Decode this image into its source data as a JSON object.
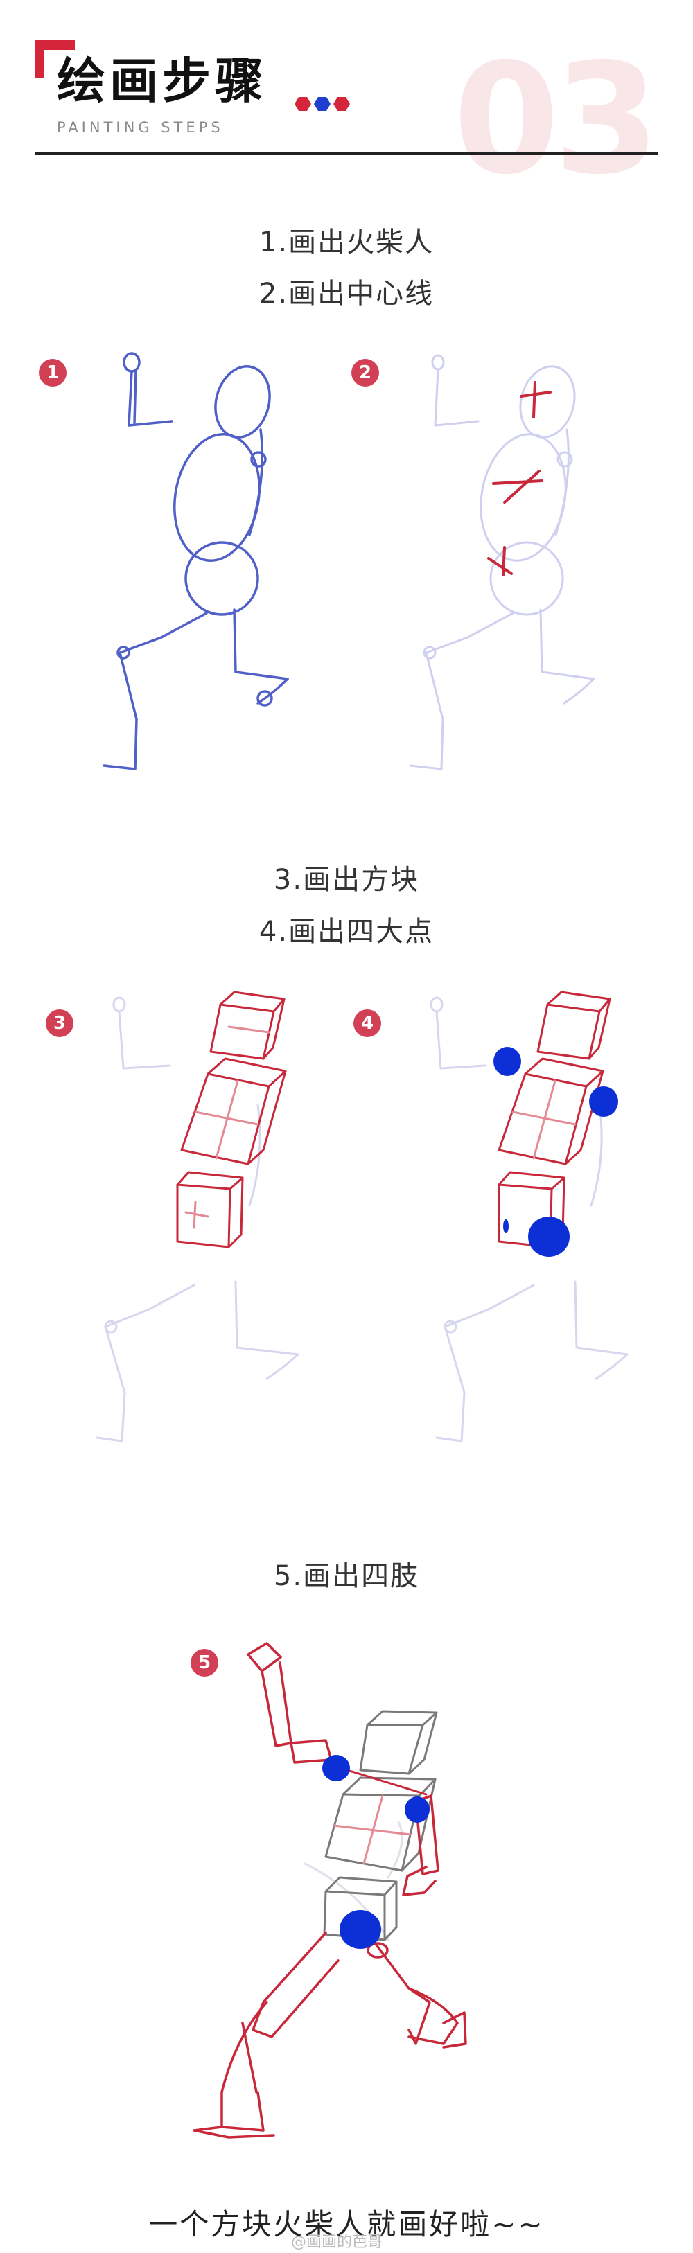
{
  "header": {
    "title": "绘画步骤",
    "subtitle": "PAINTING STEPS",
    "number": "03",
    "dot_colors": [
      "#d4253b",
      "#1f3fd0",
      "#d4253b"
    ]
  },
  "steps": [
    {
      "text": "1.画出火柴人"
    },
    {
      "text": "2.画出中心线"
    },
    {
      "text": "3.画出方块"
    },
    {
      "text": "4.画出四大点"
    },
    {
      "text": "5.画出四肢"
    }
  ],
  "badges": [
    "1",
    "2",
    "3",
    "4",
    "5"
  ],
  "caption": "一个方块火柴人就画好啦~~",
  "watermark": "@画画的芭哥",
  "colors": {
    "accent": "#d4253b",
    "badge": "#d24055",
    "sketch_blue": "#5060c8",
    "sketch_red": "#c8283a",
    "joint_blue": "#0d2fd6"
  }
}
